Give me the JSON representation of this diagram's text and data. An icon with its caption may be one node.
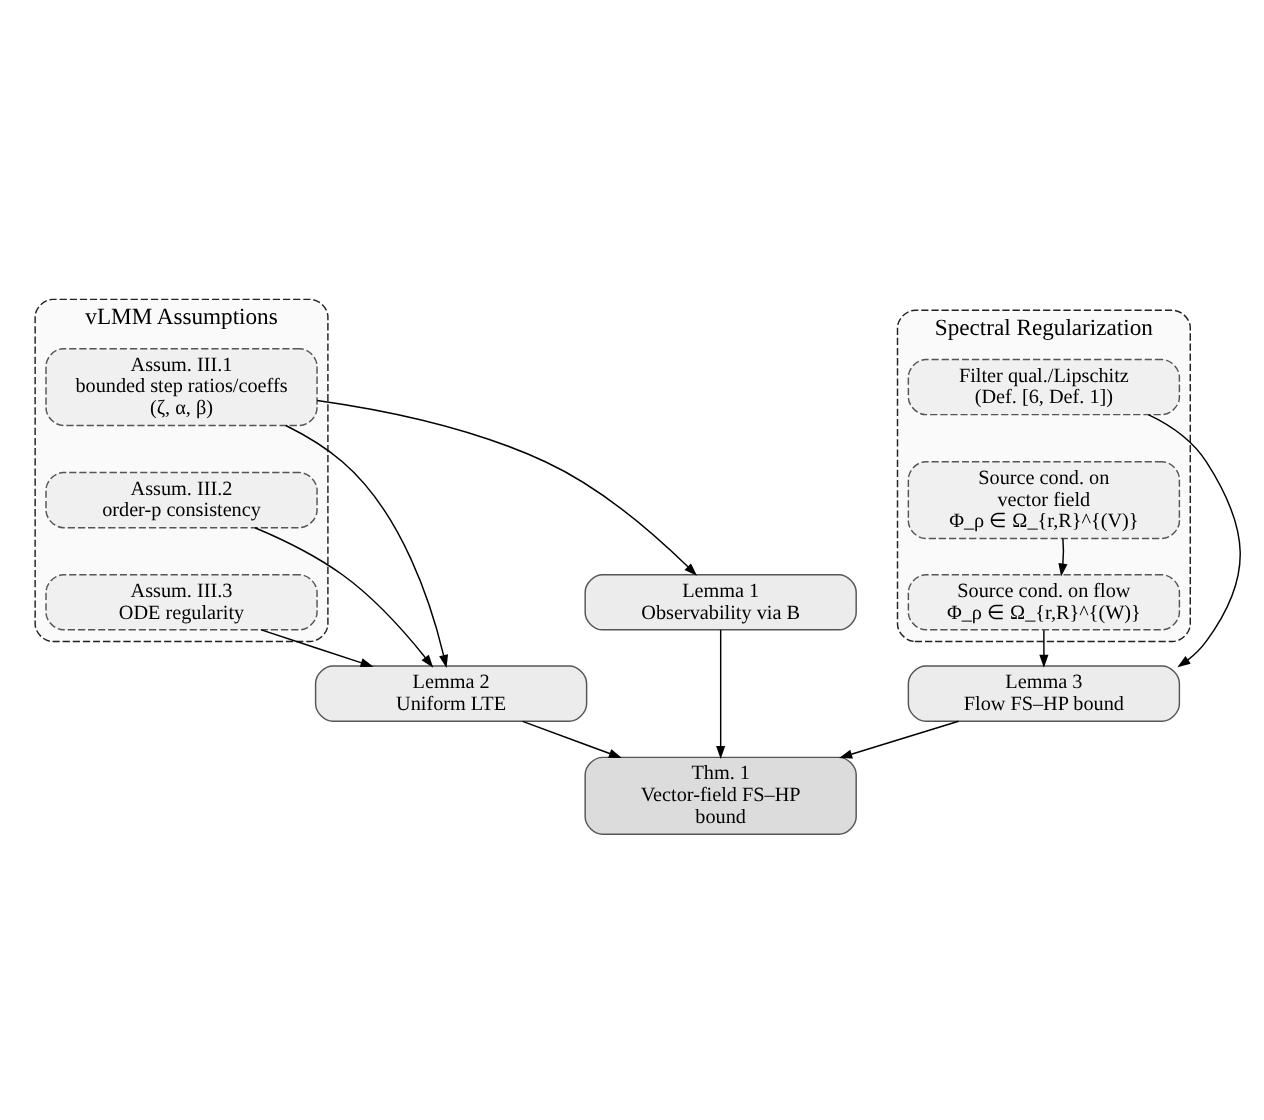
{
  "diagram": {
    "nodes": [
      {
        "text": [
          "vLMM Assumptions"
        ]
      },
      {
        "text": [
          "Assum. III.1",
          "bounded step ratios/coeffs (ζ, α, β)"
        ],
        "in": 0
      },
      {
        "text": [
          "Assum. III.2",
          "order-p consistency"
        ],
        "in": 0
      },
      {
        "text": [
          "Assum. III.3",
          "ODE regularity"
        ],
        "in": 0
      },
      {
        "text": [
          "Spectral Regularization"
        ]
      },
      {
        "text": [
          "Filter qual./Lipschitz",
          "(Def. [6, Def. 1])"
        ],
        "in": 4
      },
      {
        "text": [
          "Source cond. on vector field",
          "Φ_ρ ∈ Ω_{r,R}^{(V)}"
        ],
        "in": 4
      },
      {
        "text": [
          "Source cond. on flow",
          "Φ_ρ ∈ Ω_{r,R}^{(W)}"
        ],
        "in": 4
      },
      {
        "text": [
          "Lemma 2",
          "Uniform LTE"
        ]
      },
      {
        "text": [
          "Lemma 1",
          "Observability via B"
        ]
      },
      {
        "text": [
          "Lemma 3",
          "Flow FS–HP bound"
        ]
      },
      {
        "text": [
          "Thm. 1",
          "Vector-field FS–HP bound"
        ]
      }
    ],
    "edges": [
      {
        "from": 1,
        "to": 8,
        "arrow": "to"
      },
      {
        "from": 2,
        "to": 8,
        "arrow": "to"
      },
      {
        "from": 3,
        "to": 8,
        "arrow": "to"
      },
      {
        "from": 1,
        "to": 9,
        "arrow": "to"
      },
      {
        "from": 6,
        "to": 7,
        "arrow": "to"
      },
      {
        "from": 5,
        "to": 10,
        "arrow": "to"
      },
      {
        "from": 7,
        "to": 10,
        "arrow": "to"
      },
      {
        "from": 8,
        "to": 11,
        "arrow": "to"
      },
      {
        "from": 9,
        "to": 11,
        "arrow": "to"
      },
      {
        "from": 10,
        "to": 11,
        "arrow": "to"
      }
    ]
  }
}
